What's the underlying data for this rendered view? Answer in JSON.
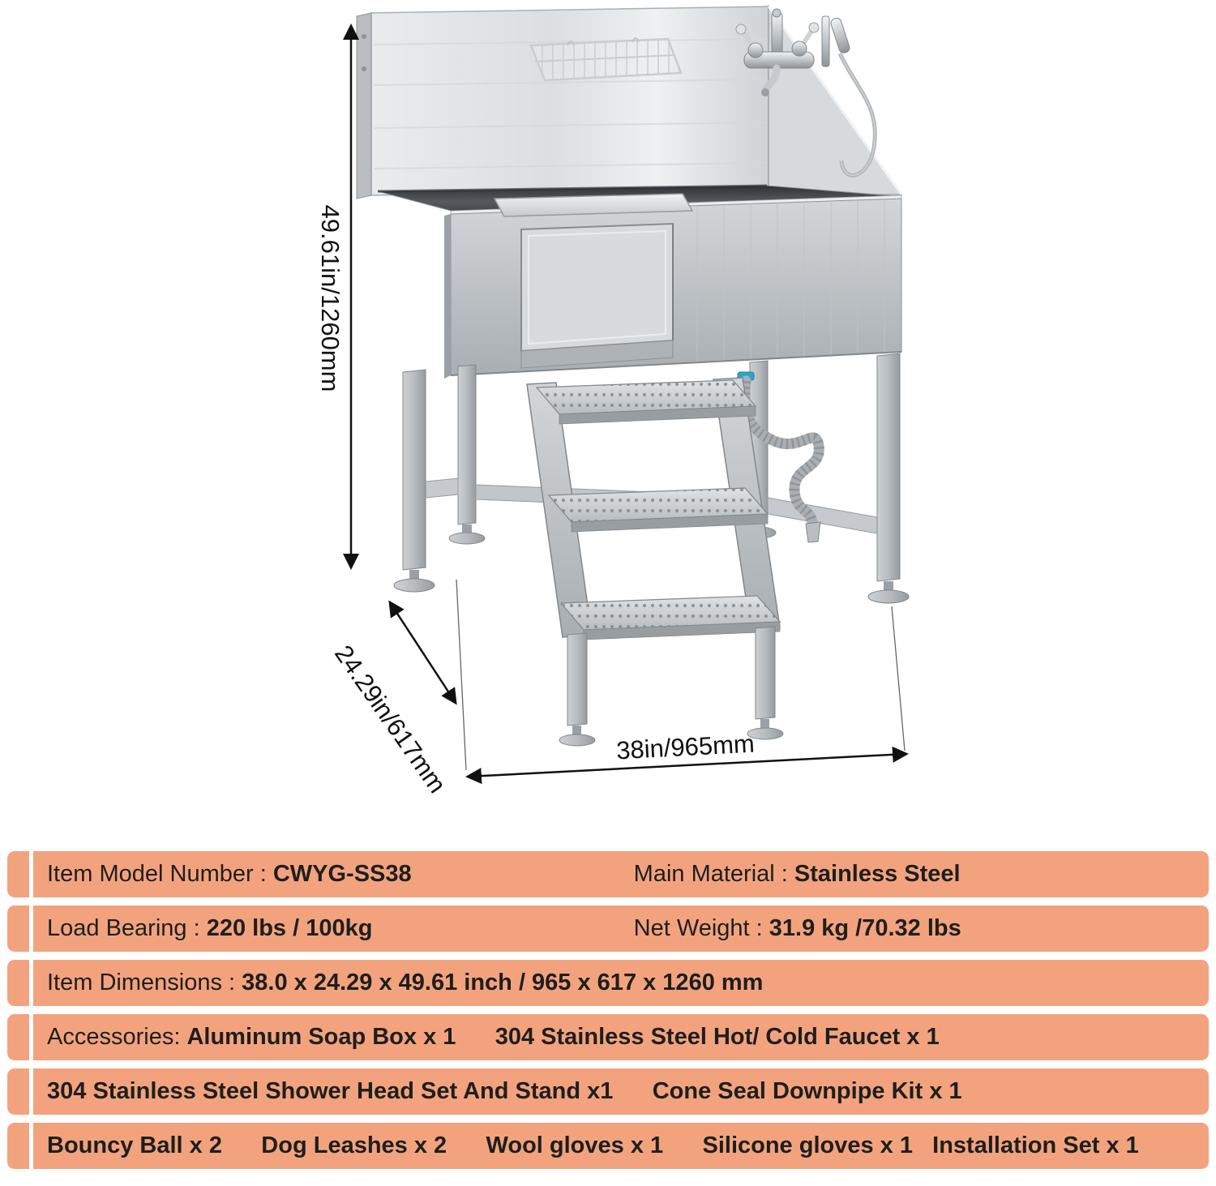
{
  "figure": {
    "height_label": "49.61in/1260mm",
    "depth_label": "24.29in/617mm",
    "width_label": "38in/965mm"
  },
  "colors": {
    "row_background": "#F2A37E",
    "text": "#1E1E1E",
    "drain_connector_blue": "#2BA6CB"
  },
  "specs": {
    "rows": [
      {
        "cells": [
          {
            "label": "Item Model Number : ",
            "value": "CWYG-SS38"
          },
          {
            "label": "Main Material : ",
            "value": "Stainless Steel"
          }
        ]
      },
      {
        "cells": [
          {
            "label": "Load Bearing : ",
            "value": "220 lbs / 100kg"
          },
          {
            "label": "Net Weight : ",
            "value": "31.9 kg /70.32 lbs"
          }
        ]
      },
      {
        "cells": [
          {
            "label": "Item Dimensions : ",
            "value": "38.0 x 24.29 x 49.61 inch / 965 x 617 x 1260 mm"
          }
        ]
      },
      {
        "cells": [
          {
            "label": "Accessories: ",
            "value": "Aluminum Soap Box x 1      304 Stainless Steel Hot/ Cold Faucet x 1"
          }
        ]
      },
      {
        "cells": [
          {
            "label": "",
            "value": "304 Stainless Steel Shower Head Set And Stand x1      Cone Seal Downpipe Kit x 1"
          }
        ]
      },
      {
        "cells": [
          {
            "label": "",
            "value": "Bouncy Ball x 2      Dog Leashes x 2      Wool gloves x 1      Silicone gloves x 1   Installation Set x 1"
          }
        ]
      }
    ]
  }
}
